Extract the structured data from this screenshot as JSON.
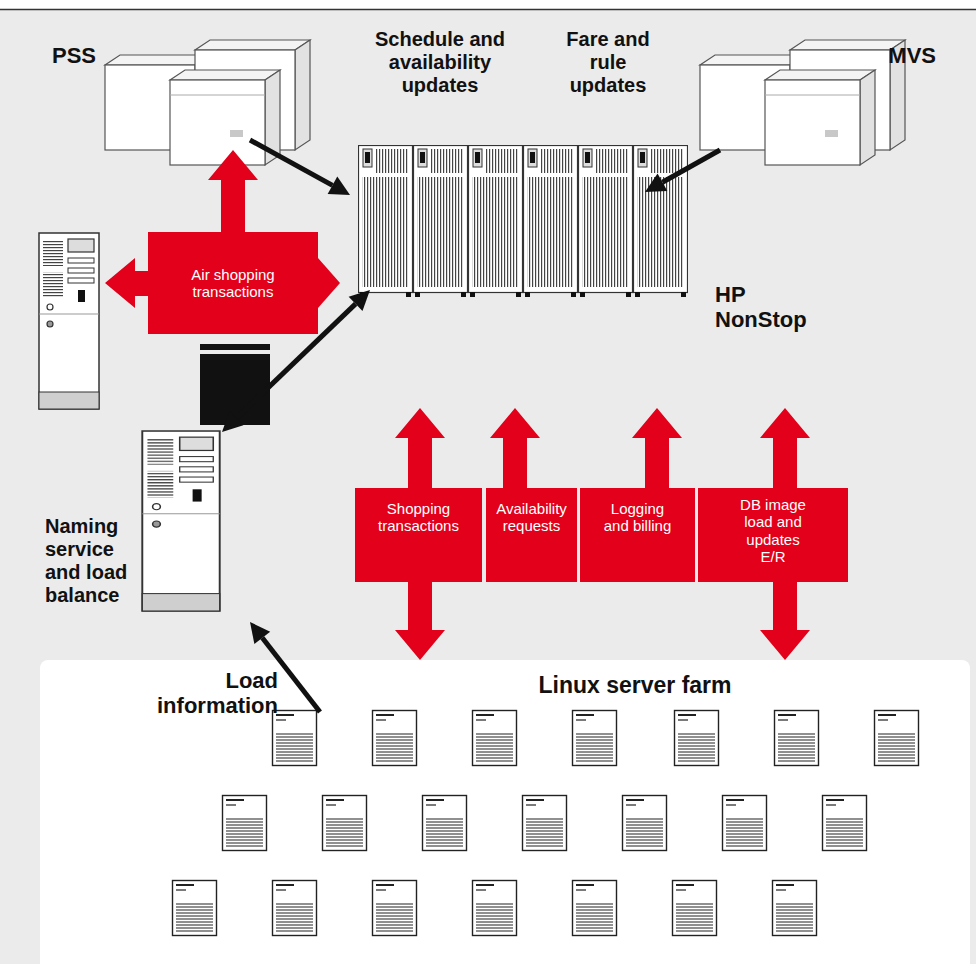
{
  "diagram": {
    "nodes": [
      {
        "text": [
          "PSS"
        ]
      },
      {
        "text": [
          "MVS"
        ]
      },
      {
        "text": [
          "Air shopping transactions"
        ]
      },
      {
        "text": [
          "HP NonStop"
        ]
      },
      {
        "text": [
          "Naming service and load balance"
        ]
      },
      {
        "text": [
          "Shopping transactions"
        ]
      },
      {
        "text": [
          "Availability requests"
        ]
      },
      {
        "text": [
          "Logging and billing"
        ]
      },
      {
        "text": [
          "DB image load and updates E/R"
        ]
      },
      {
        "text": [
          "Linux server farm"
        ]
      }
    ],
    "edges": [
      {
        "from": 0,
        "to": 3,
        "arrow": "to",
        "label": "Schedule and availability updates"
      },
      {
        "from": 1,
        "to": 3,
        "arrow": "to",
        "label": "Fare and rule updates"
      },
      {
        "from": 2,
        "to": 0,
        "arrow": "to"
      },
      {
        "from": 2,
        "to": 3,
        "arrow": "to"
      },
      {
        "from": 3,
        "to": 4,
        "arrow": "both"
      },
      {
        "from": 9,
        "to": 4,
        "arrow": "to",
        "label": "Load information"
      },
      {
        "from": 5,
        "to": 3,
        "arrow": "to"
      },
      {
        "from": 5,
        "to": 9,
        "arrow": "to"
      },
      {
        "from": 6,
        "to": 3,
        "arrow": "to"
      },
      {
        "from": 7,
        "to": 3,
        "arrow": "to"
      },
      {
        "from": 8,
        "to": 3,
        "arrow": "to"
      },
      {
        "from": 8,
        "to": 9,
        "arrow": "to"
      }
    ]
  }
}
